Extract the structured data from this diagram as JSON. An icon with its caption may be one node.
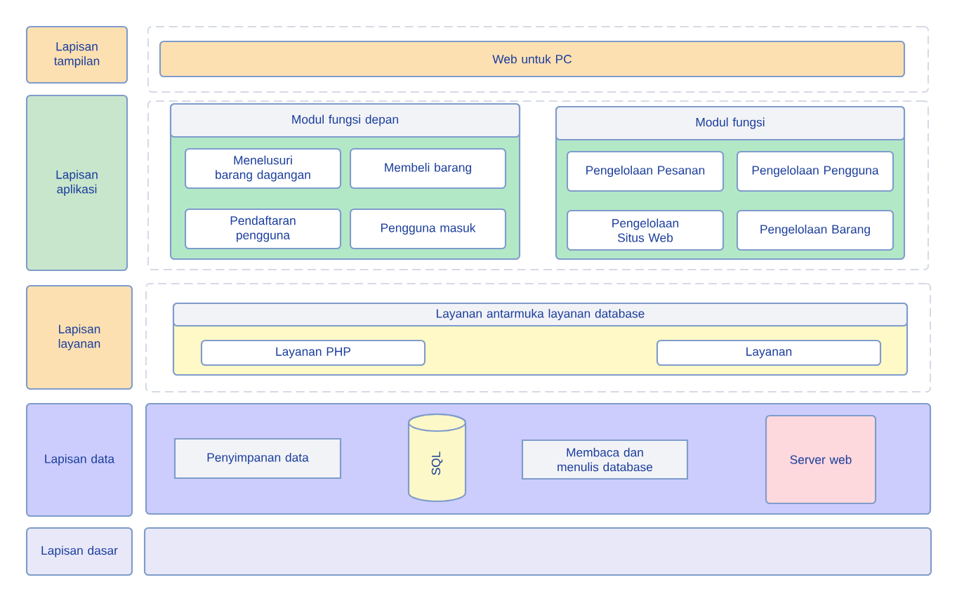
{
  "diagram": {
    "nodes": [
      {
        "text": [
          "Lapisan tampilan"
        ]
      },
      {
        "text": [],
        "shape": "box"
      },
      {
        "text": [
          "Web untuk PC"
        ],
        "in": 1
      },
      {
        "text": [
          "Lapisan aplikasi"
        ]
      },
      {
        "text": [],
        "shape": "box"
      },
      {
        "text": [
          "Modul fungsi depan"
        ],
        "in": 4
      },
      {
        "text": [
          "Menelusuri barang dagangan"
        ],
        "in": 5
      },
      {
        "text": [
          "Membeli barang"
        ],
        "in": 5
      },
      {
        "text": [
          "Pendaftaran pengguna"
        ],
        "in": 5
      },
      {
        "text": [
          "Pengguna masuk"
        ],
        "in": 5
      },
      {
        "text": [
          "Modul fungsi"
        ],
        "in": 4
      },
      {
        "text": [
          "Pengelolaan Pesanan"
        ],
        "in": 10
      },
      {
        "text": [
          "Pengelolaan Pengguna"
        ],
        "in": 10
      },
      {
        "text": [
          "Pengelolaan Situs Web"
        ],
        "in": 10
      },
      {
        "text": [
          "Pengelolaan Barang"
        ],
        "in": 10
      },
      {
        "text": [
          "Lapisan layanan"
        ]
      },
      {
        "text": [],
        "shape": "box"
      },
      {
        "text": [
          "Layanan antarmuka layanan database"
        ],
        "in": 16
      },
      {
        "text": [
          "Layanan PHP"
        ],
        "in": 17
      },
      {
        "text": [
          "Layanan"
        ],
        "in": 17
      },
      {
        "text": [
          "Lapisan data"
        ]
      },
      {
        "text": [],
        "shape": "box"
      },
      {
        "text": [
          "Penyimpanan data"
        ],
        "in": 21
      },
      {
        "text": [
          "SQL"
        ],
        "in": 21
      },
      {
        "text": [
          "Membaca dan menulis database"
        ],
        "in": 21
      },
      {
        "text": [
          "Server web"
        ],
        "in": 21
      },
      {
        "text": [
          "Lapisan dasar"
        ]
      },
      {
        "text": [],
        "shape": "box"
      }
    ]
  }
}
